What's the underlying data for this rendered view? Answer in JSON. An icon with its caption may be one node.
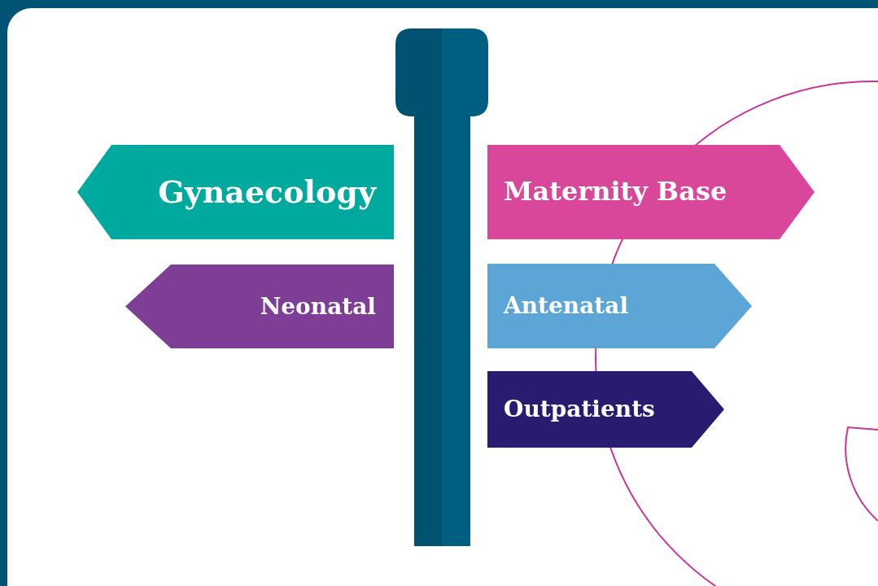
{
  "diagram": {
    "nodes": [
      {
        "text": [
          "Gynaecology"
        ]
      },
      {
        "text": [
          "Maternity Base"
        ]
      },
      {
        "text": [
          "Neonatal"
        ]
      },
      {
        "text": [
          "Antenatal"
        ]
      },
      {
        "text": [
          "Outpatients"
        ]
      }
    ]
  }
}
